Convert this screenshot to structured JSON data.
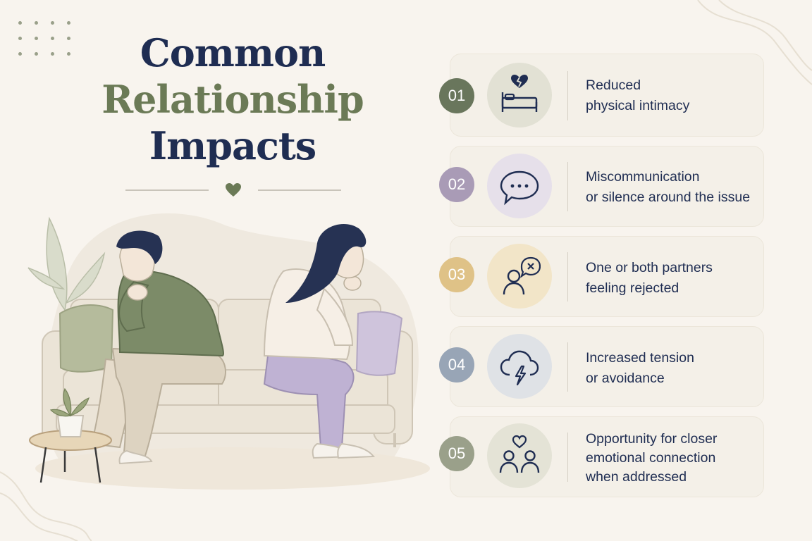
{
  "title": {
    "line1": "Common",
    "line2": "Relationship",
    "line3": "Impacts"
  },
  "colors": {
    "navy": "#1f2d52",
    "olive": "#6b7a56",
    "background": "#f8f4ee"
  },
  "items": [
    {
      "number": "01",
      "icon": "broken-heart-bed-icon",
      "lines": [
        "Reduced",
        "physical intimacy"
      ],
      "badge_color": "#69765c",
      "circle_color": "#e2e1d4"
    },
    {
      "number": "02",
      "icon": "speech-bubble-icon",
      "lines": [
        "Miscommunication",
        "or silence around the issue"
      ],
      "badge_color": "#a99bb6",
      "circle_color": "#e6e0ea"
    },
    {
      "number": "03",
      "icon": "rejected-person-icon",
      "lines": [
        "One or both partners",
        "feeling rejected"
      ],
      "badge_color": "#dfc287",
      "circle_color": "#f2e5c8"
    },
    {
      "number": "04",
      "icon": "storm-cloud-icon",
      "lines": [
        "Increased tension",
        "or avoidance"
      ],
      "badge_color": "#98a5b6",
      "circle_color": "#dfe2e6"
    },
    {
      "number": "05",
      "icon": "couple-heart-icon",
      "lines": [
        "Opportunity for closer",
        "emotional connection",
        "when addressed"
      ],
      "badge_color": "#9aa08a",
      "circle_color": "#e4e3d6"
    }
  ]
}
